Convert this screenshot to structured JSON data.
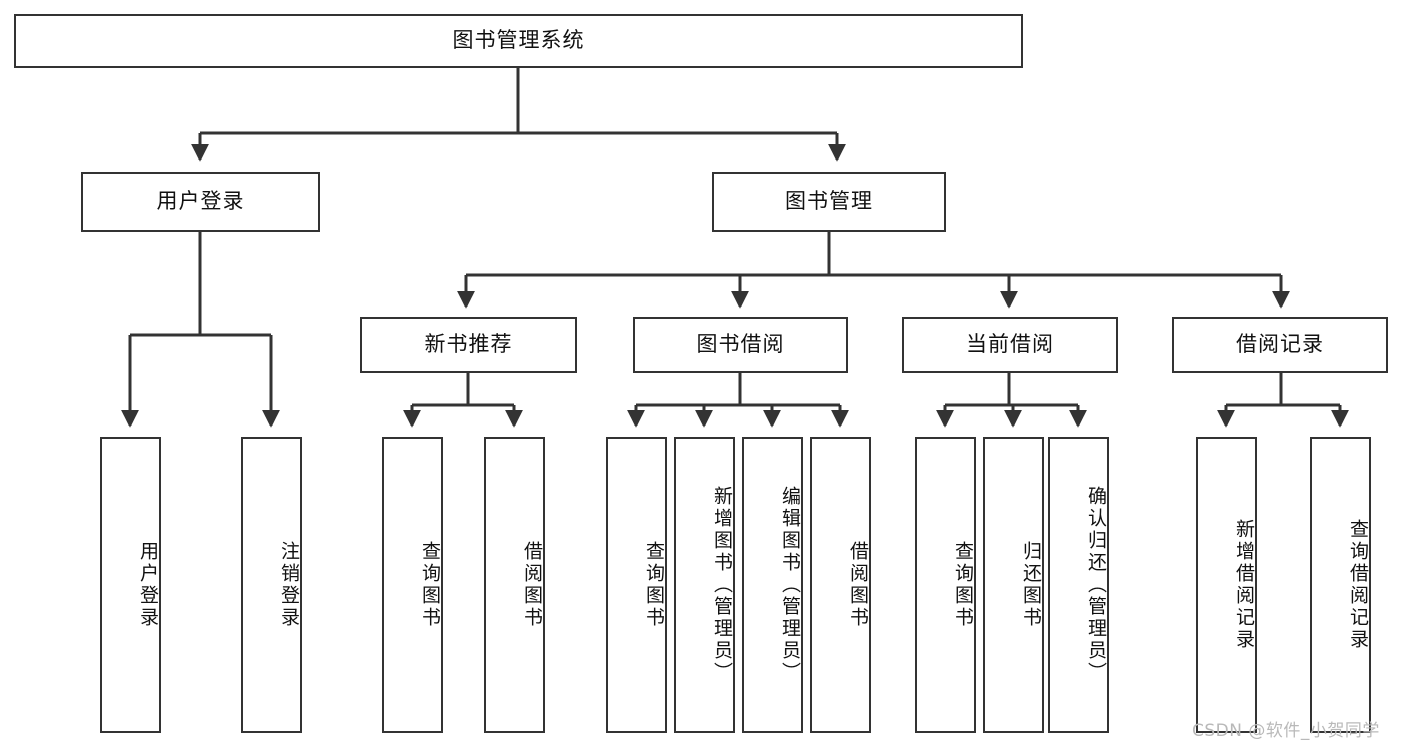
{
  "diagram": {
    "type": "tree-hierarchy-chart",
    "title_node": "图书管理系统",
    "line_color": "#333333",
    "box_fill": "#ffffff",
    "text_color": "#111111",
    "root": {
      "label": "图书管理系统",
      "children": [
        {
          "label": "用户登录",
          "children": [
            {
              "label": "用户登录"
            },
            {
              "label": "注销登录"
            }
          ]
        },
        {
          "label": "图书管理",
          "children": [
            {
              "label": "新书推荐",
              "children": [
                {
                  "label": "查询图书"
                },
                {
                  "label": "借阅图书"
                }
              ]
            },
            {
              "label": "图书借阅",
              "children": [
                {
                  "label": "查询图书"
                },
                {
                  "label": "新增图书（管理员）"
                },
                {
                  "label": "编辑图书（管理员）"
                },
                {
                  "label": "借阅图书"
                }
              ]
            },
            {
              "label": "当前借阅",
              "children": [
                {
                  "label": "查询图书"
                },
                {
                  "label": "归还图书"
                },
                {
                  "label": "确认归还（管理员）"
                }
              ]
            },
            {
              "label": "借阅记录",
              "children": [
                {
                  "label": "新增借阅记录"
                },
                {
                  "label": "查询借阅记录"
                }
              ]
            }
          ]
        }
      ]
    }
  },
  "nodes": {
    "root": "图书管理系统",
    "user_login": "用户登录",
    "book_mgmt": "图书管理",
    "new_book_rec": "新书推荐",
    "book_borrow": "图书借阅",
    "current_borrow": "当前借阅",
    "borrow_record": "借阅记录",
    "leaf_user_login": "用户登录",
    "leaf_logout": "注销登录",
    "leaf_query_book_a": "查询图书",
    "leaf_borrow_book_a": "借阅图书",
    "leaf_query_book_b": "查询图书",
    "leaf_add_book": "新增图书（管理员）",
    "leaf_edit_book": "编辑图书（管理员）",
    "leaf_borrow_book_b": "借阅图书",
    "leaf_query_book_c": "查询图书",
    "leaf_return_book": "归还图书",
    "leaf_confirm_return": "确认归还（管理员）",
    "leaf_add_record": "新增借阅记录",
    "leaf_query_record": "查询借阅记录"
  },
  "watermark": {
    "text": "CSDN @软件_小贺同学",
    "color": "#b9b9b9"
  }
}
